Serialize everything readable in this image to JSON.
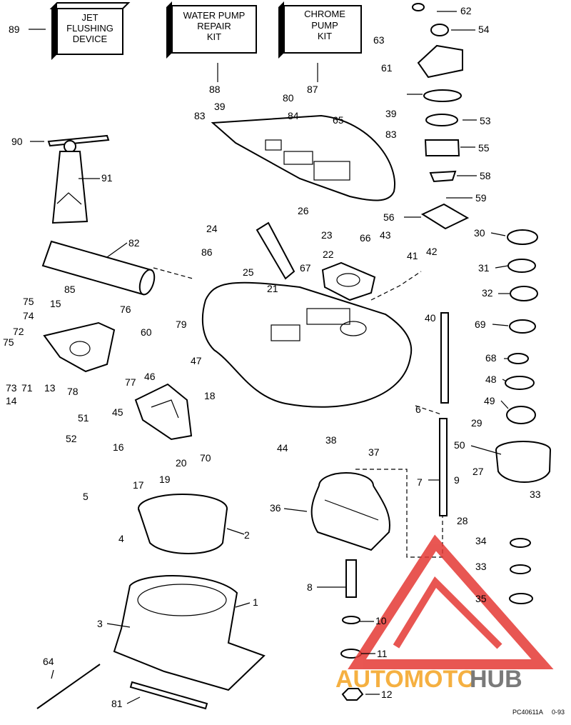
{
  "kits": {
    "jet_flushing": [
      "JET",
      "FLUSHING",
      "DEVICE"
    ],
    "water_pump": [
      "WATER PUMP",
      "REPAIR",
      "KIT"
    ],
    "chrome_pump": [
      "CHROME",
      "PUMP",
      "KIT"
    ]
  },
  "callouts": {
    "n1": "1",
    "n2": "2",
    "n3": "3",
    "n4": "4",
    "n5": "5",
    "n6": "6",
    "n7": "7",
    "n8": "8",
    "n9": "9",
    "n10": "10",
    "n11": "11",
    "n12": "12",
    "n13": "13",
    "n14": "14",
    "n15": "15",
    "n16": "16",
    "n17": "17",
    "n18": "18",
    "n19": "19",
    "n20": "20",
    "n21": "21",
    "n22": "22",
    "n23": "23",
    "n24": "24",
    "n25": "25",
    "n26": "26",
    "n27": "27",
    "n28": "28",
    "n29": "29",
    "n30": "30",
    "n31": "31",
    "n32": "32",
    "n33": "33",
    "n34": "34",
    "n35": "35",
    "n36": "36",
    "n37": "37",
    "n38": "38",
    "n39": "39",
    "n40": "40",
    "n41": "41",
    "n42": "42",
    "n43": "43",
    "n44": "44",
    "n45": "45",
    "n46": "46",
    "n47": "47",
    "n48": "48",
    "n49": "49",
    "n50": "50",
    "n51": "51",
    "n52": "52",
    "n53": "53",
    "n54": "54",
    "n55": "55",
    "n56": "56",
    "n58": "58",
    "n59": "59",
    "n60": "60",
    "n61": "61",
    "n62": "62",
    "n63": "63",
    "n64": "64",
    "n65": "65",
    "n66": "66",
    "n67": "67",
    "n68": "68",
    "n69": "69",
    "n70": "70",
    "n71": "71",
    "n72": "72",
    "n73": "73",
    "n74": "74",
    "n75": "75",
    "n76": "76",
    "n77": "77",
    "n78": "78",
    "n79": "79",
    "n80": "80",
    "n81": "81",
    "n82": "82",
    "n83": "83",
    "n84": "84",
    "n85": "85",
    "n86": "86",
    "n87": "87",
    "n88": "88",
    "n89": "89",
    "n90": "90",
    "n91": "91"
  },
  "drawing_code": "PC40611A",
  "drawing_date": "0-93",
  "watermark": {
    "brand_a": "AUTOMOTO",
    "brand_b": "HUB",
    "color_a": "#f5b041",
    "color_b": "#7a7a7a",
    "logo_color": "#e53935"
  }
}
